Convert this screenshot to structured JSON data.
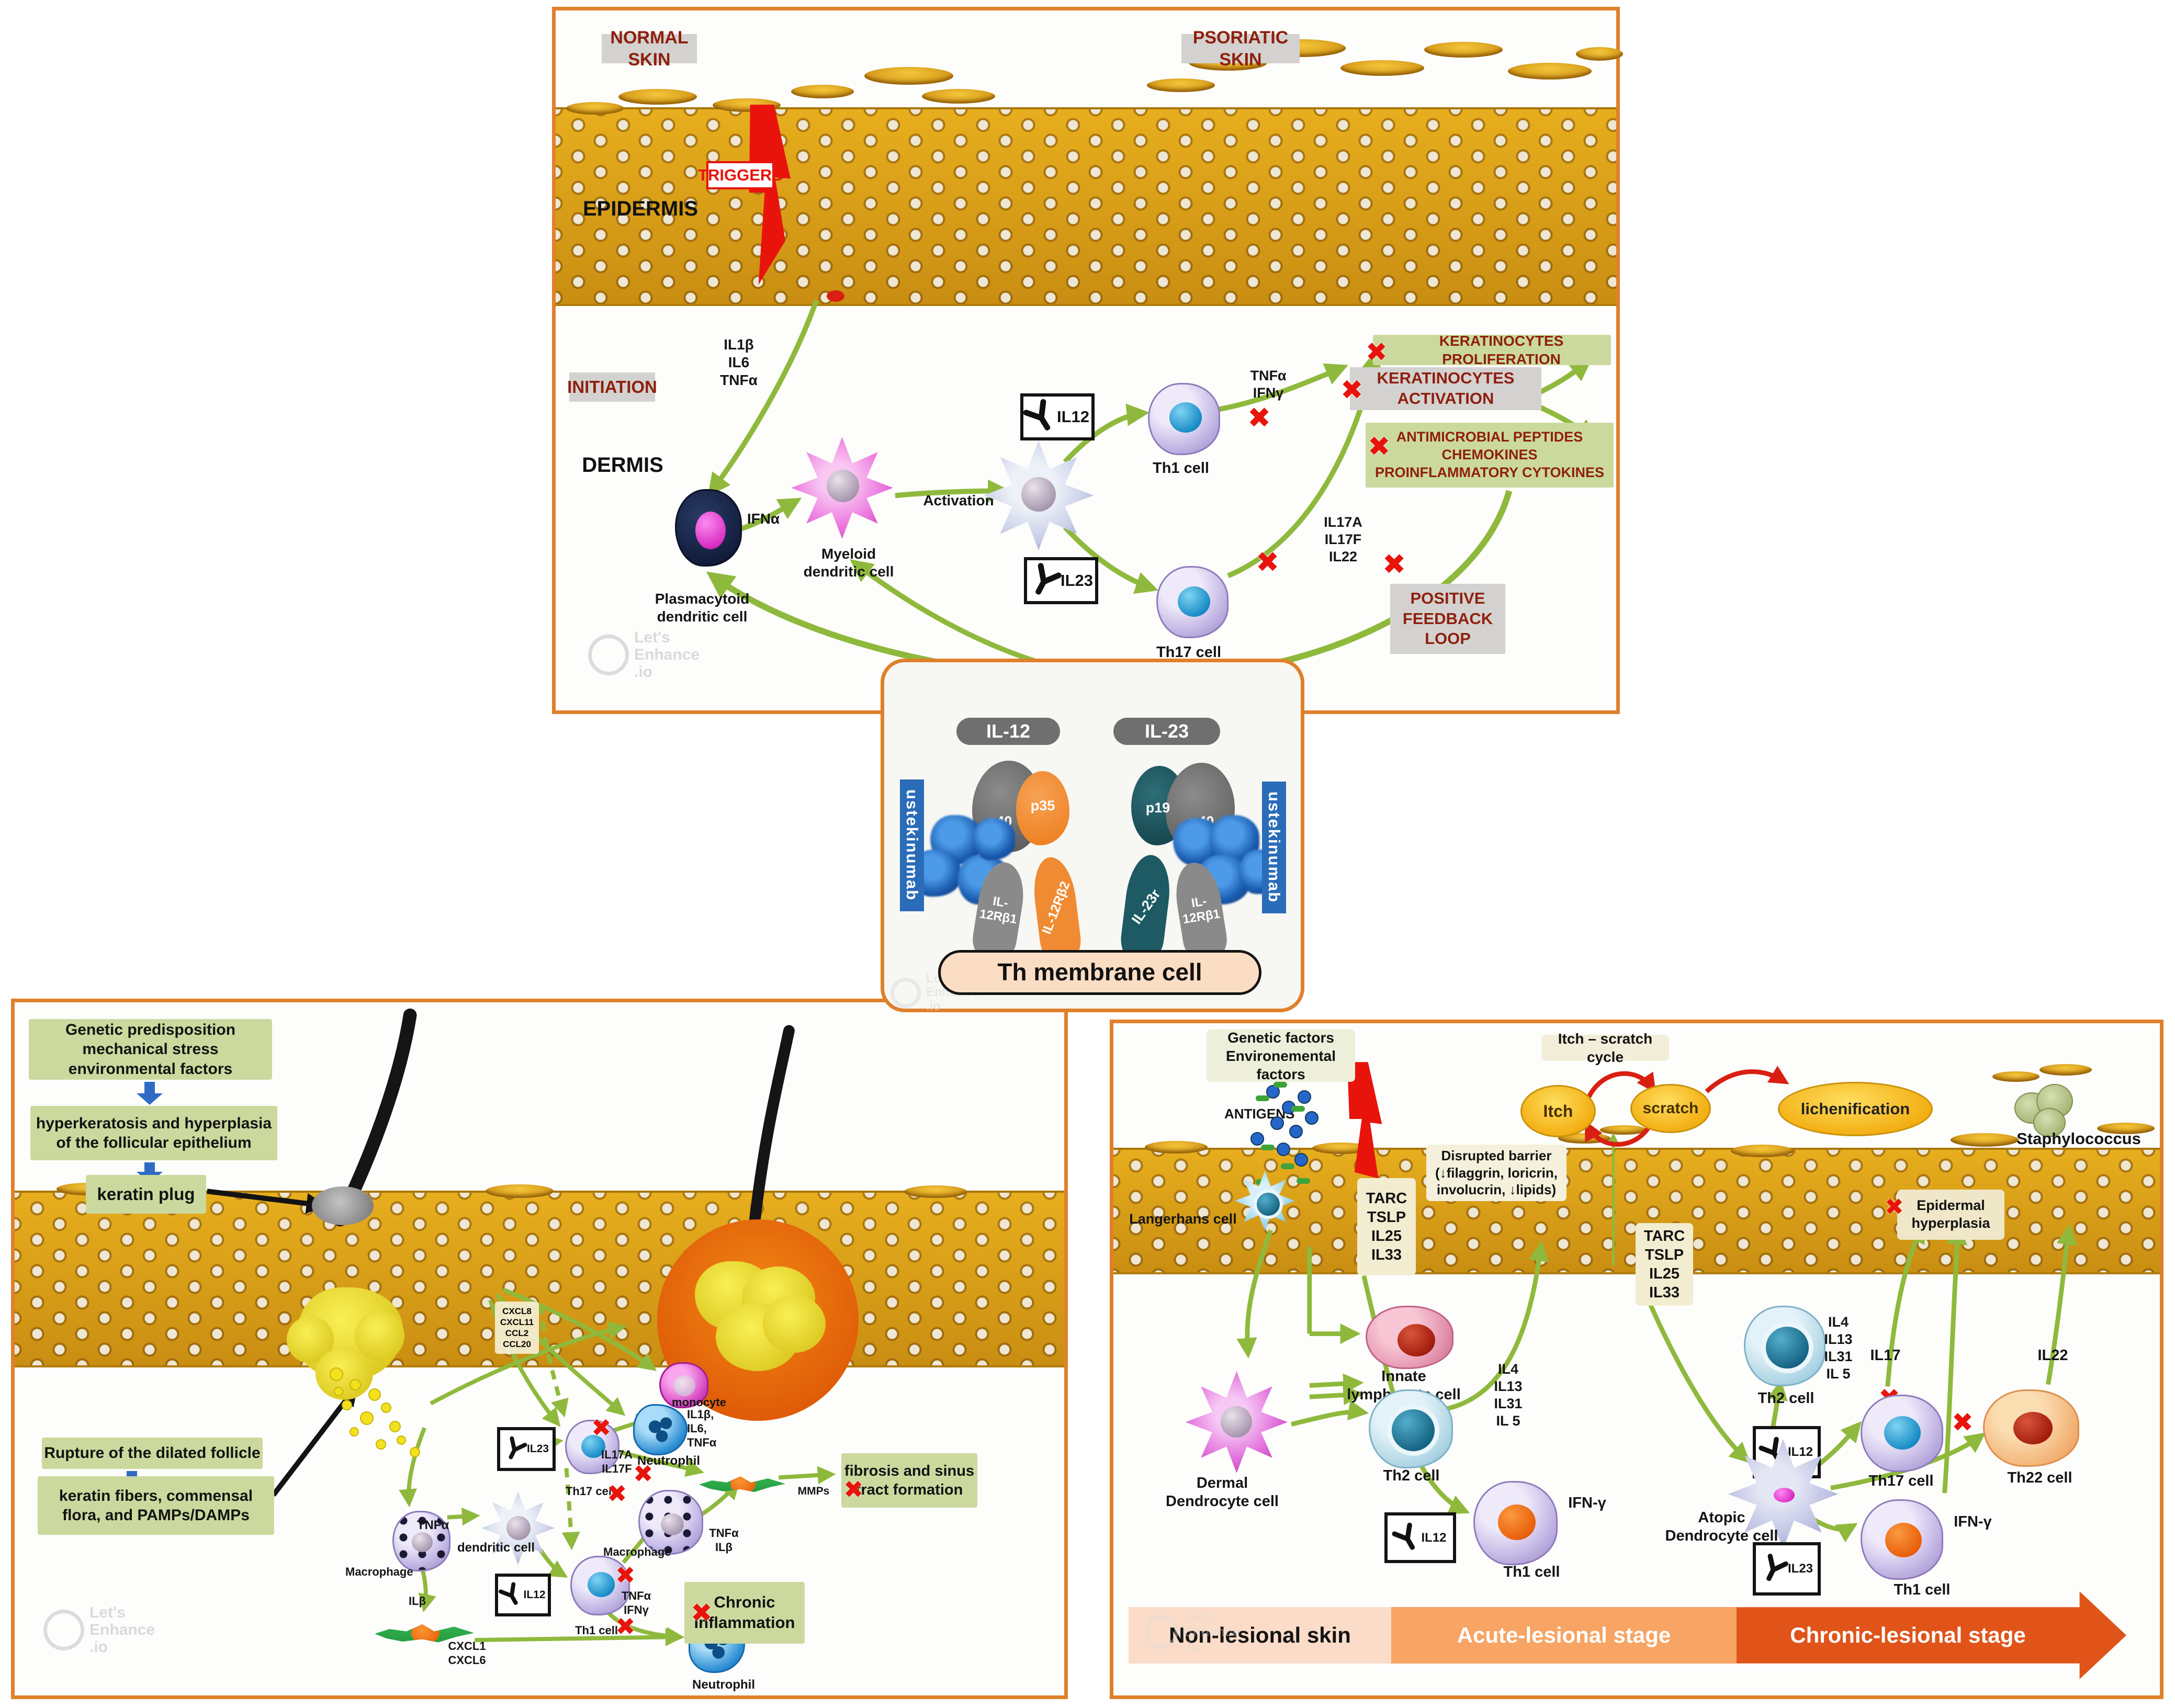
{
  "colors": {
    "panel_border": "#E0802B",
    "green_box": "#CBD99E",
    "gray_box": "#D3D2D0",
    "dark_red": "#8F1F0E",
    "arrow_green": "#8FB93C",
    "red": "#E8140C",
    "skin_gold": "#D99B17",
    "ustekinumab_blue": "#2B6CB8",
    "p35_orange": "#F08B33",
    "p19_teal": "#1D5A63",
    "membrane_peach": "#FBDDC4",
    "stage1_bg": "#FBDCC8",
    "stage2_bg": "#F7A464",
    "stage3_bg": "#E0541A"
  },
  "icons": {
    "x": "✖"
  },
  "top": {
    "normal_skin": "NORMAL SKIN",
    "psoriatic_skin": "PSORIATIC SKIN",
    "triggers": "TRIGGERS",
    "epidermis": "EPIDERMIS",
    "dermis": "DERMIS",
    "initiation": "INITIATION",
    "cytokines_initiation": "IL1β\nIL6\nTNFα",
    "ifna": "IFNα",
    "pdc": "Plasmacytoid\ndendritic cell",
    "mdc": "Myeloid\ndendritic cell",
    "activation": "Activation",
    "il12": "IL12",
    "il23": "IL23",
    "th1": "Th1 cell",
    "th17": "Th17 cell",
    "th1_cytokines": "TNFα\nIFNγ",
    "th17_cytokines": "IL17A\nIL17F\nIL22",
    "keratinocytes_proliferation": "KERATINOCYTES PROLIFERATION",
    "keratinocytes_activation": "KERATINOCYTES\nACTIVATION",
    "amp": "ANTIMICROBIAL PEPTIDES\nCHEMOKINES\nPROINFLAMMATORY CYTOKINES",
    "feedback": "POSITIVE\nFEEDBACK\nLOOP"
  },
  "middle": {
    "il12_pill": "IL-12",
    "il23_pill": "IL-23",
    "p40_left": "p40",
    "p35": "p35",
    "p19": "p19",
    "p40_right": "p40",
    "ustekinumab": "ustekinumab",
    "r_il12rb1_left": "IL-\n12Rβ1",
    "r_il12rb2": "IL-12Rβ2",
    "r_il23r": "IL-23r",
    "r_il12rb1_right": "IL-\n12Rβ1",
    "membrane": "Th membrane cell"
  },
  "bottom_left": {
    "box_factors": "Genetic predisposition\nmechanical stress\nenvironmental factors",
    "box_hyperkeratosis": "hyperkeratosis and hyperplasia\nof the follicular epithelium",
    "box_keratin_plug": "keratin plug",
    "box_rupture": "Rupture of the dilated follicle",
    "box_fibers": "keratin fibers, commensal\nflora, and PAMPs/DAMPs",
    "chemokines": "CXCL8\nCXCL11\nCCL2\nCCL20",
    "monocyte": "monocyte",
    "neutrophil_top": "Neutrophil",
    "neutrophil_cytokines": "IL1β,\nIL6,\nTNFα",
    "il23": "IL23",
    "il12": "IL12",
    "th17": "Th17 cell",
    "th17_cytokines": "IL17A\nIL17F",
    "tnfa": "TNFα",
    "dendritic": "dendritic cell",
    "macrophage_left": "Macrophage",
    "macrophage_right": "Macrophage",
    "macrophage_cytokines": "TNFα\nILβ",
    "ilb": "ILβ",
    "th1": "Th1 cell",
    "th1_cytokines": "TNFα\nIFNγ",
    "fibroblast_chemokines": "CXCL1\nCXCL6",
    "neutrophil_bottom": "Neutrophil",
    "mmps": "MMPs",
    "fibrosis": "fibrosis and sinus\ntract formation",
    "chronic": "Chronic\ninflammation"
  },
  "bottom_right": {
    "factors": "Genetic factors\nEnvironemental\nfactors",
    "antigens": "ANTIGENS",
    "itch_cycle": "Itch – scratch cycle",
    "itch": "Itch",
    "scratch": "scratch",
    "lichenification": "lichenification",
    "staphylococcus": "Staphylococcus",
    "langerhans": "Langerhans cell",
    "tarc_left": "TARC\nTSLP\nIL25\nIL33",
    "tarc_right": "TARC\nTSLP\nIL25\nIL33",
    "disrupted": "Disrupted barrier\n(↓filaggrin, loricrin,\ninvolucrin, ↓lipids)",
    "epidermal_hyperplasia": "Epidermal\nhyperplasia",
    "dermal_dendrocyte": "Dermal\nDendrocyte cell",
    "ilc2": "Innate\nlymphocyte cell 2",
    "th2_left": "Th2 cell",
    "th2_cytokines_left": "IL4\nIL13\nIL31\nIL 5",
    "il12_left": "IL12",
    "th1_left": "Th1 cell",
    "ifng_left": "IFN-γ",
    "th2_right": "Th2 cell",
    "th2_cytokines_right": "IL4\nIL13\nIL31\nIL 5",
    "il17": "IL17",
    "il22": "IL22",
    "il12_right": "IL12",
    "il23": "IL23",
    "atopic": "Atopic\nDendrocyte cell",
    "th17": "Th17 cell",
    "th22": "Th22 cell",
    "th1_right": "Th1 cell",
    "ifng_right": "IFN-γ",
    "stage1": "Non-lesional skin",
    "stage2": "Acute-lesional stage",
    "stage3": "Chronic-lesional stage"
  },
  "watermark": {
    "text": "Let's\nEnhance\n.io"
  }
}
